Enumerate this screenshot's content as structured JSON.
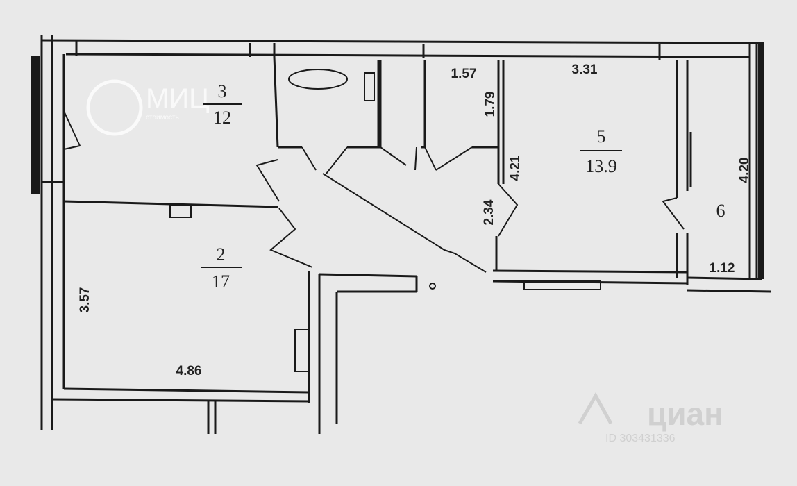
{
  "rooms": [
    {
      "number": "3",
      "area": "12"
    },
    {
      "number": "2",
      "area": "17"
    },
    {
      "number": "5",
      "area": "13.9"
    },
    {
      "number": "6"
    }
  ],
  "dimensions": {
    "d_1_57": "1.57",
    "d_3_31": "3.31",
    "d_1_79": "1.79",
    "d_4_21": "4.21",
    "d_2_34": "2.34",
    "d_4_20": "4.20",
    "d_1_12": "1.12",
    "d_3_57": "3.57",
    "d_4_86": "4.86"
  },
  "watermarks": {
    "top_left": "МИЦ",
    "top_left_small": "стоимость",
    "bottom_right": "циан",
    "bottom_right_sub": "ID 303431336"
  }
}
